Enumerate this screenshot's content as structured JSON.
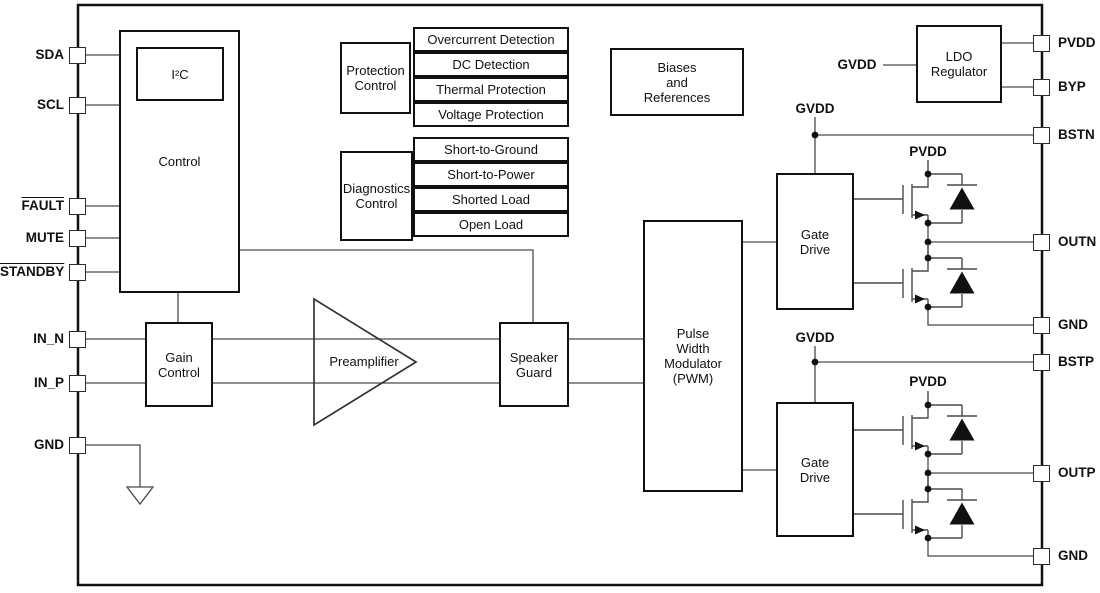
{
  "pins": {
    "left": [
      {
        "label": "SDA",
        "active_low": false
      },
      {
        "label": "SCL",
        "active_low": false
      },
      {
        "label": "FAULT",
        "active_low": true
      },
      {
        "label": "MUTE",
        "active_low": false
      },
      {
        "label": "STANDBY",
        "active_low": true
      },
      {
        "label": "IN_N",
        "active_low": false
      },
      {
        "label": "IN_P",
        "active_low": false
      },
      {
        "label": "GND",
        "active_low": false
      }
    ],
    "right": [
      {
        "label": "PVDD"
      },
      {
        "label": "BYP"
      },
      {
        "label": "BSTN"
      },
      {
        "label": "OUTN"
      },
      {
        "label": "GND"
      },
      {
        "label": "BSTP"
      },
      {
        "label": "OUTP"
      },
      {
        "label": "GND"
      }
    ]
  },
  "blocks": {
    "control": {
      "label": "Control"
    },
    "i2c": {
      "label": "I²C"
    },
    "protection_control": {
      "label": "Protection\nControl"
    },
    "protection_functions": [
      "Overcurrent Detection",
      "DC Detection",
      "Thermal Protection",
      "Voltage Protection"
    ],
    "diagnostics_control": {
      "label": "Diagnostics\nControl"
    },
    "diagnostics_functions": [
      "Short-to-Ground",
      "Short-to-Power",
      "Shorted Load",
      "Open Load"
    ],
    "biases": {
      "label": "Biases\nand\nReferences"
    },
    "ldo": {
      "label": "LDO\nRegulator"
    },
    "gain_control": {
      "label": "Gain\nControl"
    },
    "preamplifier": {
      "label": "Preamplifier"
    },
    "speaker_guard": {
      "label": "Speaker\nGuard"
    },
    "pwm": {
      "label": "Pulse\nWidth\nModulator\n(PWM)"
    },
    "gate_drive_top": {
      "label": "Gate\nDrive"
    },
    "gate_drive_bottom": {
      "label": "Gate\nDrive"
    }
  },
  "net_labels": {
    "gvdd_ldo": "GVDD",
    "gvdd_top": "GVDD",
    "gvdd_bottom": "GVDD",
    "pvdd_top": "PVDD",
    "pvdd_bottom": "PVDD"
  },
  "colors": {
    "wire": "#4a4a4a",
    "border": "#111111",
    "background": "#ffffff",
    "text": "#111111"
  }
}
